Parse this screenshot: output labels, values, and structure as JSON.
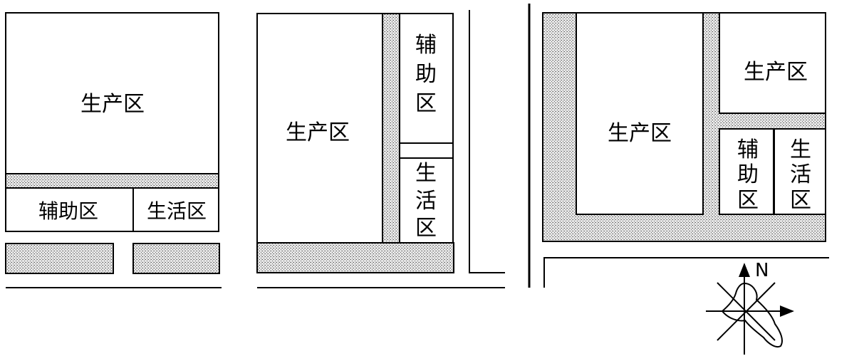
{
  "labels": {
    "production": "生产区",
    "auxiliary": "辅助区",
    "living": "生活区",
    "auxiliary_chars": [
      "辅",
      "助",
      "区"
    ],
    "living_chars": [
      "生",
      "活",
      "区"
    ]
  },
  "compass": {
    "north_label": "N"
  },
  "colors": {
    "ink": "#000000",
    "hatch_bg": "#e9e9e9",
    "hatch_dot": "#5a5a5a"
  }
}
